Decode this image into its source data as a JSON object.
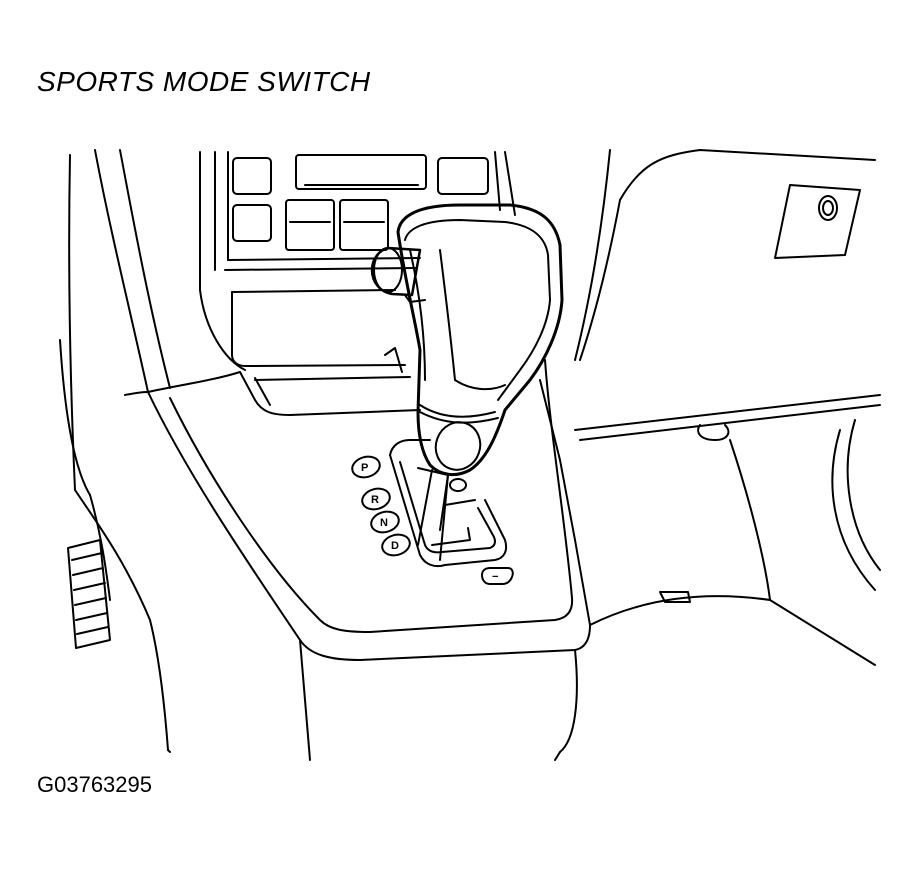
{
  "diagram": {
    "title": "SPORTS MODE SWITCH",
    "figure_id": "G03763295",
    "gear_positions": [
      "P",
      "R",
      "N",
      "D"
    ],
    "sport_gate_symbol": "−"
  }
}
